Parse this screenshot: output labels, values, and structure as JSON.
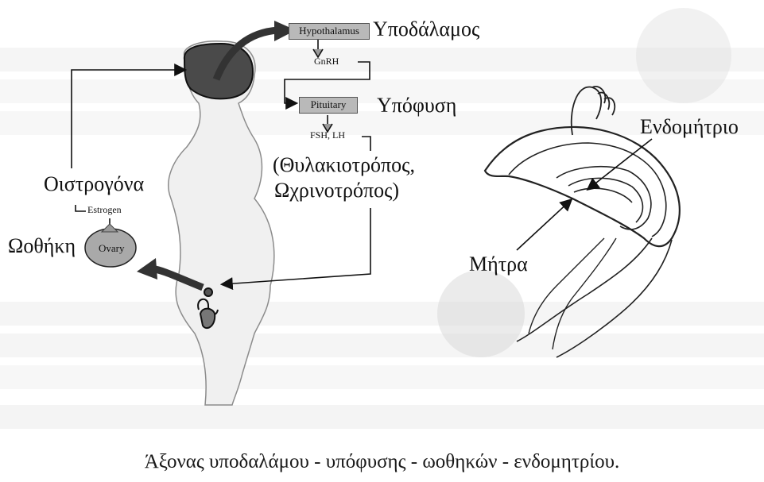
{
  "hypothalamus": {
    "box": "Hypothalamus",
    "label": "Υποδάλαμος"
  },
  "gnrh": "GnRH",
  "pituitary": {
    "box": "Pituitary",
    "label": "Υπόφυση"
  },
  "fsh_lh": "FSH, LH",
  "fsh_lh_greek": {
    "line1": "(Θυλακιοτρόπος,",
    "line2": "Ωχρινοτρόπος)"
  },
  "estrogen": {
    "small": "Estrogen",
    "label": "Οιστρογόνα"
  },
  "ovary": {
    "box": "Ovary",
    "label": "Ωοθήκη"
  },
  "endometrium": "Ενδομήτριο",
  "uterus": "Μήτρα",
  "caption": "Άξονας υποδαλάμου - υπόφυσης - ωοθηκών - ενδομητρίου.",
  "colors": {
    "figure_fill": "#f2f2f2",
    "brain": "#444444",
    "box_fill": "#b9b9b9",
    "background_text": "#c8c8c8"
  }
}
